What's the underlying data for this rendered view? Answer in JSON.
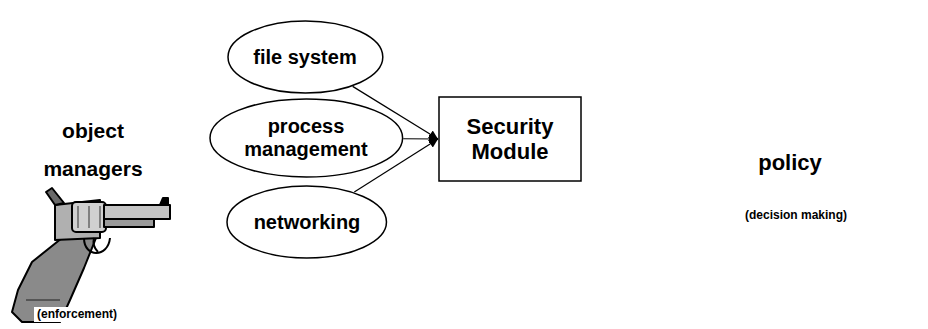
{
  "diagram": {
    "nodes": [
      {
        "text": [
          "file system"
        ]
      },
      {
        "text": [
          "process management"
        ]
      },
      {
        "text": [
          "networking"
        ]
      },
      {
        "text": [
          "Security Module"
        ]
      }
    ],
    "edges": [
      {
        "from": 0,
        "to": 3,
        "arrow": "to"
      },
      {
        "from": 1,
        "to": 3,
        "arrow": "to"
      },
      {
        "from": 2,
        "to": 3,
        "arrow": "to"
      }
    ],
    "labels": [
      "object managers",
      "(enforcement)",
      "policy",
      "(decision making)"
    ]
  }
}
